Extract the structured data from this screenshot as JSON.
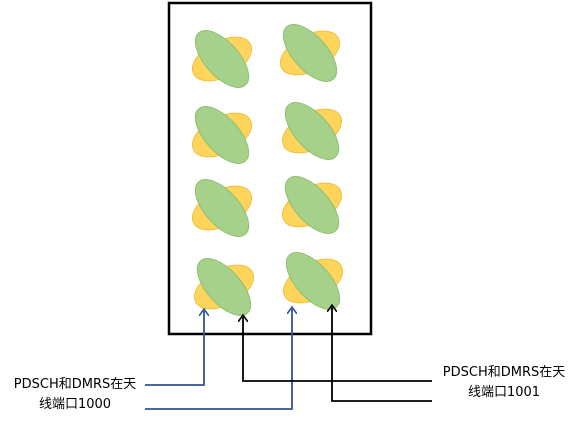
{
  "colors": {
    "frame": "#000000",
    "ellipse_yellow": "#FFD45A",
    "ellipse_yellow_stroke": "#F0C040",
    "ellipse_green": "#A6D18A",
    "ellipse_green_stroke": "#8FBF73",
    "arrow_port_1000": "#2F5597",
    "arrow_port_1001": "#000000"
  },
  "labels": {
    "port_1000": {
      "line1": "PDSCH和DMRS在天",
      "line2": "线端口1000"
    },
    "port_1001": {
      "line1": "PDSCH和DMRS在天",
      "line2": "线端口1001"
    }
  },
  "antenna_elements": {
    "rows": 4,
    "columns": 2,
    "shape": "crossed-dual-polarized-ellipses"
  }
}
